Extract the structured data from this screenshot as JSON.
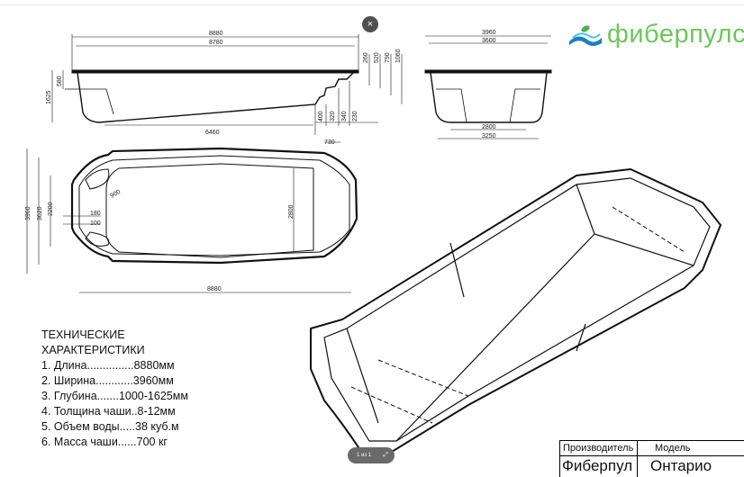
{
  "viewer": {
    "close_icon": "×",
    "page_counter": "1 из 1",
    "expand_icon": "⤢"
  },
  "logo": {
    "text": "фиберпулс",
    "colors": {
      "text": "#6cc85a",
      "wave": "#1a7fc4",
      "leaf": "#4caf50"
    }
  },
  "side_view": {
    "dims": [
      "8880",
      "8780",
      "580",
      "1625",
      "6460",
      "260",
      "520",
      "790",
      "1060",
      "400",
      "320",
      "340",
      "230"
    ]
  },
  "end_view": {
    "dims": [
      "3960",
      "3600",
      "2800",
      "3250"
    ]
  },
  "plan_view": {
    "dims": [
      "730",
      "3960",
      "3620",
      "2200",
      "900",
      "180",
      "100",
      "2800",
      "8880"
    ]
  },
  "specs": {
    "title1": "ТЕХНИЧЕСКИЕ",
    "title2": "ХАРАКТЕРИСТИКИ",
    "items": [
      "1. Длина...............8880мм",
      "2. Ширина............3960мм",
      "3. Глубина.......1000-1625мм",
      "4. Толщина чаши..8-12мм",
      "5. Объем воды.....38 куб.м",
      "6. Масса чаши......700 кг"
    ]
  },
  "stamp": {
    "manufacturer_label": "Производитель",
    "model_label": "Модель",
    "manufacturer": "Фиберпул",
    "model": "Онтарио"
  }
}
